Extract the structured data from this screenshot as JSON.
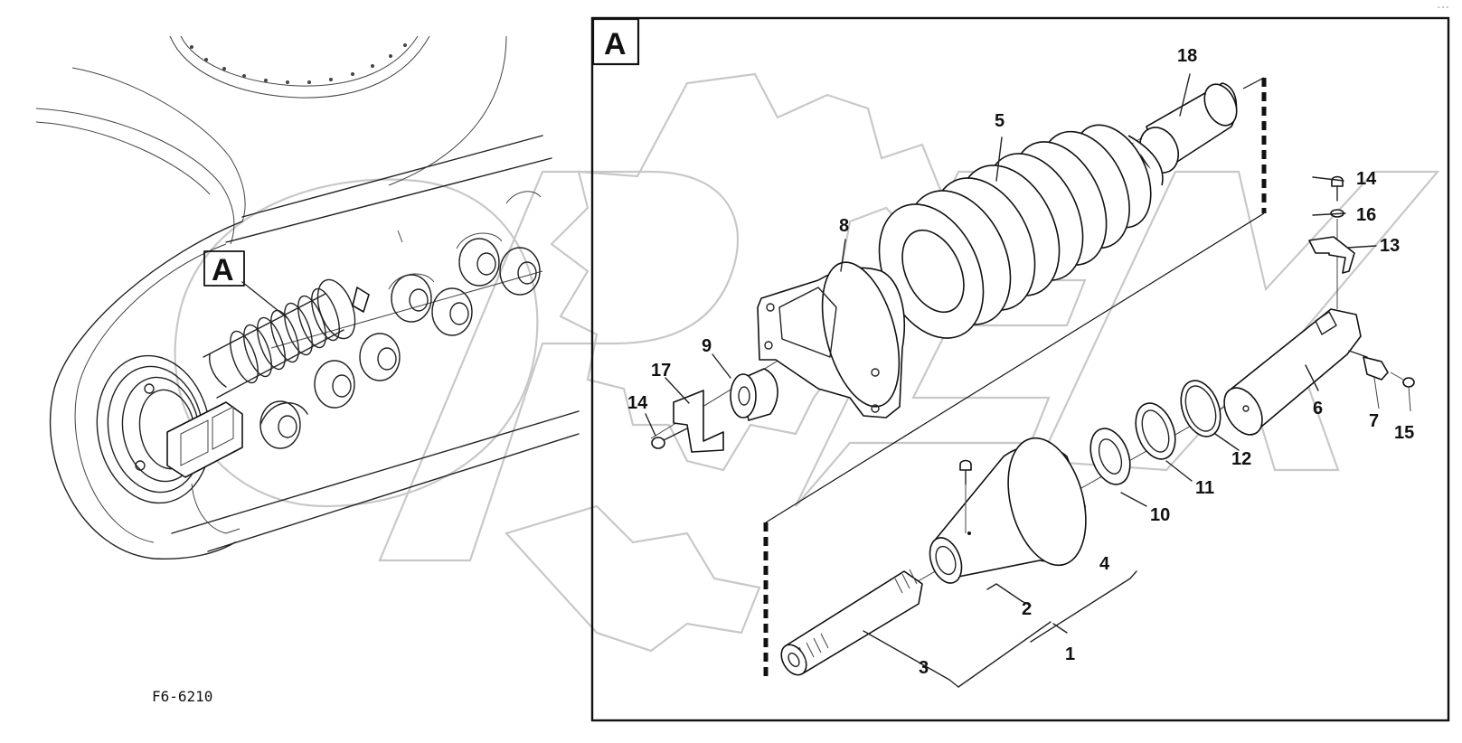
{
  "figure_code": "F6-6210",
  "detail_label": "A",
  "overview_callout": "A",
  "corner_mark": "° ° °",
  "watermark": "OPEX",
  "callouts": {
    "c1": "1",
    "c2": "2",
    "c3": "3",
    "c4": "4",
    "c5": "5",
    "c6": "6",
    "c7": "7",
    "c8": "8",
    "c9": "9",
    "c10": "10",
    "c11": "11",
    "c12": "12",
    "c13": "13",
    "c14a": "14",
    "c14b": "14",
    "c15": "15",
    "c16": "16",
    "c17": "17",
    "c18": "18"
  }
}
